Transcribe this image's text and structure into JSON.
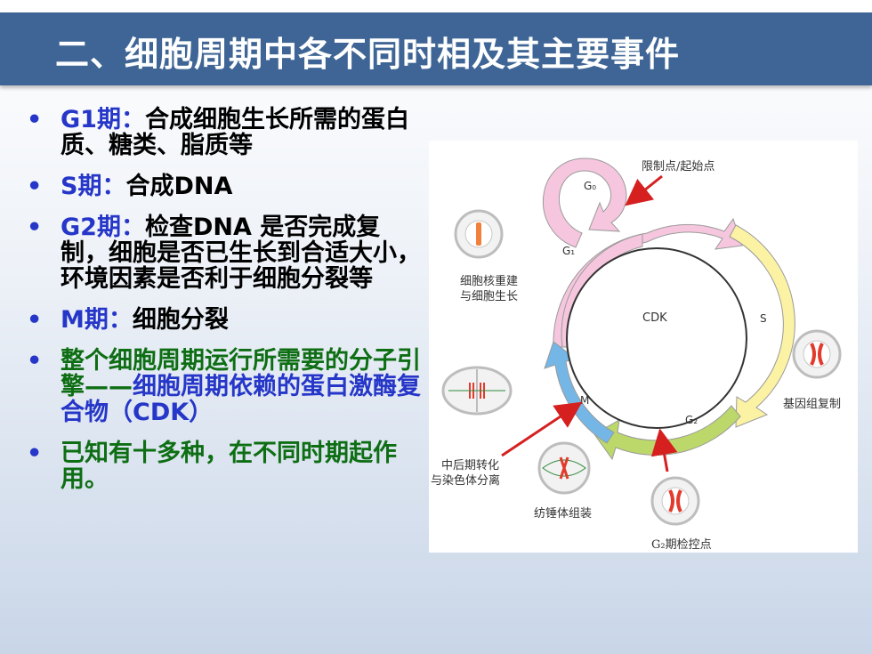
{
  "slide": {
    "title": "二、细胞周期中各不同时相及其主要事件"
  },
  "bullets": [
    {
      "label": "G1期：",
      "text": "合成细胞生长所需的蛋白质、糖类、脂质等"
    },
    {
      "label": "S期：",
      "text": "合成DNA"
    },
    {
      "label": "G2期：",
      "text": "检查DNA 是否完成复制，细胞是否已生长到合适大小，环境因素是否利于细胞分裂等"
    },
    {
      "label": "M期：",
      "text": "细胞分裂"
    },
    {
      "green1": "整个细胞周期运行所需要的分子引擎——",
      "blue": "细胞周期依赖的蛋白激酶复合物（CDK）"
    },
    {
      "green": "已知有十多种，在不同时期起作用。"
    }
  ],
  "diagram": {
    "restriction_point": "限制点/起始点",
    "g0": "G₀",
    "g1": "G₁",
    "s": "S",
    "g2": "G₂",
    "m": "M",
    "center": "CDK",
    "nucleus_rebuild_1": "细胞核重建",
    "nucleus_rebuild_2": "与细胞生长",
    "genome_replication": "基因组复制",
    "metaphase_1": "中后期转化",
    "metaphase_2": "与染色体分离",
    "spindle_assembly": "纺锤体组装",
    "g2_checkpoint": "G₂期检控点"
  },
  "colors": {
    "title_bar": "#3e6595",
    "label_blue": "#2536c8",
    "green_text": "#0e6e14",
    "g1_pink": "#f6c6de",
    "s_yellow": "#fbf2a4",
    "g2_green": "#bcd86a",
    "m_blue": "#74b7e6",
    "arrow_red": "#d62020"
  }
}
